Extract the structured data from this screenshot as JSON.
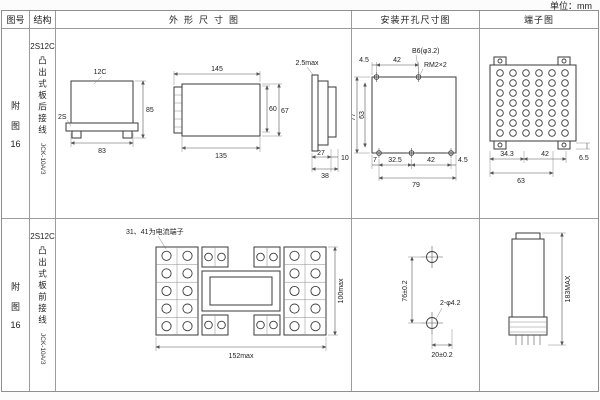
{
  "page": {
    "unit_note": "单位：mm"
  },
  "headers": {
    "fig_no": "图号",
    "structure": "结构",
    "outline": "外形尺寸图",
    "mounting": "安装开孔尺寸图",
    "terminal": "端子图"
  },
  "row1": {
    "fig_no": [
      "附",
      "图",
      "16"
    ],
    "model": "2S12C",
    "desc": "凸出式板后接线",
    "code": "JCK-10A/3",
    "outline": {
      "case_label": "12C",
      "socket_label": "2S",
      "w_base": "83",
      "h_total": "85",
      "l_total": "145",
      "l_body": "135",
      "h_body": "60",
      "h_flange": "67",
      "panel_gap": "2.5max",
      "d27": "27",
      "d10": "10",
      "d38": "38"
    },
    "mounting": {
      "d45_top": "4.5",
      "d42_top": "42",
      "hole_label": "B6(φ3.2)",
      "thread_label": "RM2×2",
      "d77": "77",
      "d63": "63",
      "d7": "7",
      "d325": "32.5",
      "d42_bot": "42",
      "d45_bot": "4.5",
      "d79": "79"
    },
    "terminal": {
      "d343": "34.3",
      "d42": "42",
      "d63": "63",
      "d65": "6.5"
    }
  },
  "row2": {
    "fig_no": [
      "附",
      "图",
      "16"
    ],
    "model": "2S12C",
    "desc": "凸出式板前接线",
    "code": "JCK-10A/3",
    "outline": {
      "note": "31、41为电流端子",
      "h_max": "100max",
      "w_max": "152max"
    },
    "mounting": {
      "d76": "76±0.2",
      "holes_label": "2-φ4.2",
      "d20": "20±0.2"
    },
    "terminal": {
      "h_max": "183MAX"
    }
  }
}
